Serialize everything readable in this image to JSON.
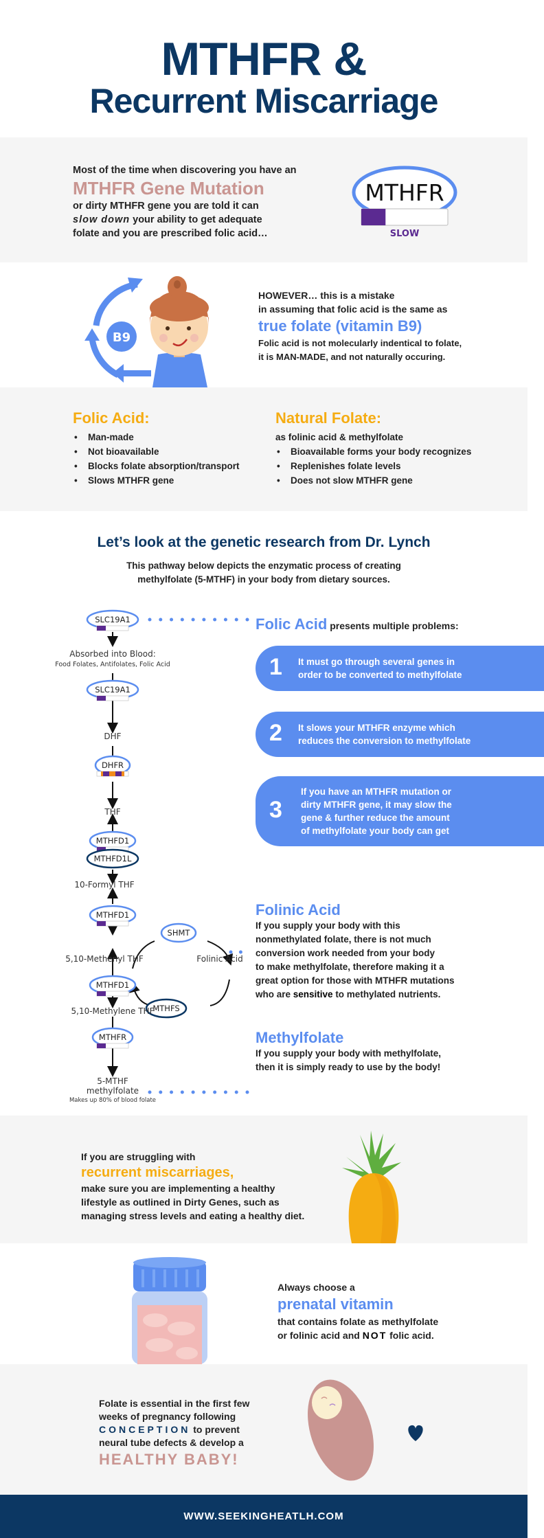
{
  "title": {
    "line1": "MTHFR &",
    "line2": "Recurrent Miscarriage"
  },
  "intro": {
    "line1": "Most of the time when discovering you have an",
    "highlight": "MTHFR Gene Mutation",
    "line2_pre": "or ",
    "line2_bold": "dirty MTHFR gene",
    "line2_post": " you are told it can",
    "line3_italic": "slow down",
    "line3_post": " your ability to get adequate",
    "line4": "folate and you are prescribed folic acid…",
    "gauge_label": "MTHFR",
    "gauge_status": "SLOW",
    "gauge_level": 0.28
  },
  "however": {
    "line1": "HOWEVER… this is a mistake",
    "line2": "in assuming that folic acid is the same as",
    "highlight": "true folate (vitamin B9)",
    "line3": "Folic acid is not molecularly indentical to folate,",
    "line4": "it is MAN-MADE, and not naturally occuring.",
    "badge": "B9"
  },
  "compare": {
    "folic": {
      "heading": "Folic Acid:",
      "items": [
        "Man-made",
        "Not bioavailable",
        "Blocks folate absorption/transport",
        "Slows MTHFR gene"
      ]
    },
    "natural": {
      "heading": "Natural Folate:",
      "subtitle": "as folinic acid & methylfolate",
      "items": [
        "Bioavailable forms your body recognizes",
        "Replenishes folate levels",
        "Does not slow MTHFR gene"
      ]
    }
  },
  "research": {
    "heading": "Let’s look at the genetic research from Dr. Lynch",
    "para1": "This pathway below depicts the enzymatic process of creating",
    "para2": "methylfolate (5-MTHF) in your body from dietary sources.",
    "pathway": {
      "slc1": "SLC19A1",
      "absorbed": "Absorbed into Blood:",
      "absorbed_sub": "Food Folates, Antifolates, Folic Acid",
      "slc2": "SLC19A1",
      "dhf": "DHF",
      "dhfr": "DHFR",
      "thf": "THF",
      "mthfd1a": "MTHFD1",
      "mthfd1l": "MTHFD1L",
      "formyl": "10-Formyl THF",
      "mthfd1b": "MTHFD1",
      "shmt": "SHMT",
      "methenyl": "5,10-Methenyl THF",
      "folinic": "Folinic Acid",
      "mthfs": "MTHFS",
      "mthfd1c": "MTHFD1",
      "methylene": "5,10-Methylene THF",
      "mthfr": "MTHFR",
      "fivemthf": "5-MTHF",
      "methylfolate": "methylfolate",
      "makesup": "Makes up 80% of blood folate"
    },
    "folic_head": "Folic Acid",
    "folic_tail": " presents multiple problems:",
    "problems": [
      {
        "num": "1",
        "l1": "It must go through several genes in",
        "l2": "order to be converted to methylfolate"
      },
      {
        "num": "2",
        "l1_pre": "It slows your ",
        "l1_bold": "MTHFR",
        "l1_post": " enzyme which",
        "l2": "reduces the conversion to methylfolate"
      },
      {
        "num": "3",
        "l1_pre": "If you have an ",
        "l1_bold": "MTHFR",
        "l1_post": " mutation or",
        "l2_pre": "dirty ",
        "l2_bold": "MTHFR",
        "l2_post": " gene, it may slow the",
        "l3": "gene & further reduce the amount",
        "l4": "of methylfolate your body can get"
      }
    ],
    "folinic_head": "Folinic Acid",
    "folinic_lines": [
      "If you supply your body with this",
      "nonmethylated folate, there is not much",
      "conversion work needed from your body",
      "to make methylfolate, therefore making it a",
      "great option for those with MTHFR mutations"
    ],
    "folinic_last_pre": "who are ",
    "folinic_last_bold": "sensitive",
    "folinic_last_post": " to methylated nutrients.",
    "methyl_head": "Methylfolate",
    "methyl_lines": [
      "If you supply your body with methylfolate,",
      "then it is simply ready to use by the body!"
    ]
  },
  "struggle": {
    "line1": "If you are struggling with",
    "highlight": "recurrent miscarriages,",
    "line2": "make sure you are implementing a healthy",
    "line3": "lifestyle as outlined in Dirty Genes, such as",
    "line4": "managing stress levels and eating a healthy diet."
  },
  "prenatal": {
    "line1": "Always choose a",
    "highlight": "prenatal vitamin",
    "line2": "that contains folate as methylfolate",
    "line3_pre": "or folinic acid and ",
    "line3_bold": "NOT",
    "line3_post": " folic acid."
  },
  "baby": {
    "line1": "Folate is essential in the first few",
    "line2": "weeks of pregnancy following",
    "conception": "CONCEPTION",
    "line3_post": " to prevent",
    "line4": "neural tube defects & develop a",
    "highlight": "HEALTHY BABY!"
  },
  "footer": {
    "url": "WWW.SEEKINGHEATLH.COM"
  },
  "colors": {
    "navy": "#0c3763",
    "blue": "#5b8def",
    "gold": "#f5ac12",
    "rose": "#c99591",
    "purple": "#5b2a91",
    "orange": "#f28c1c"
  }
}
